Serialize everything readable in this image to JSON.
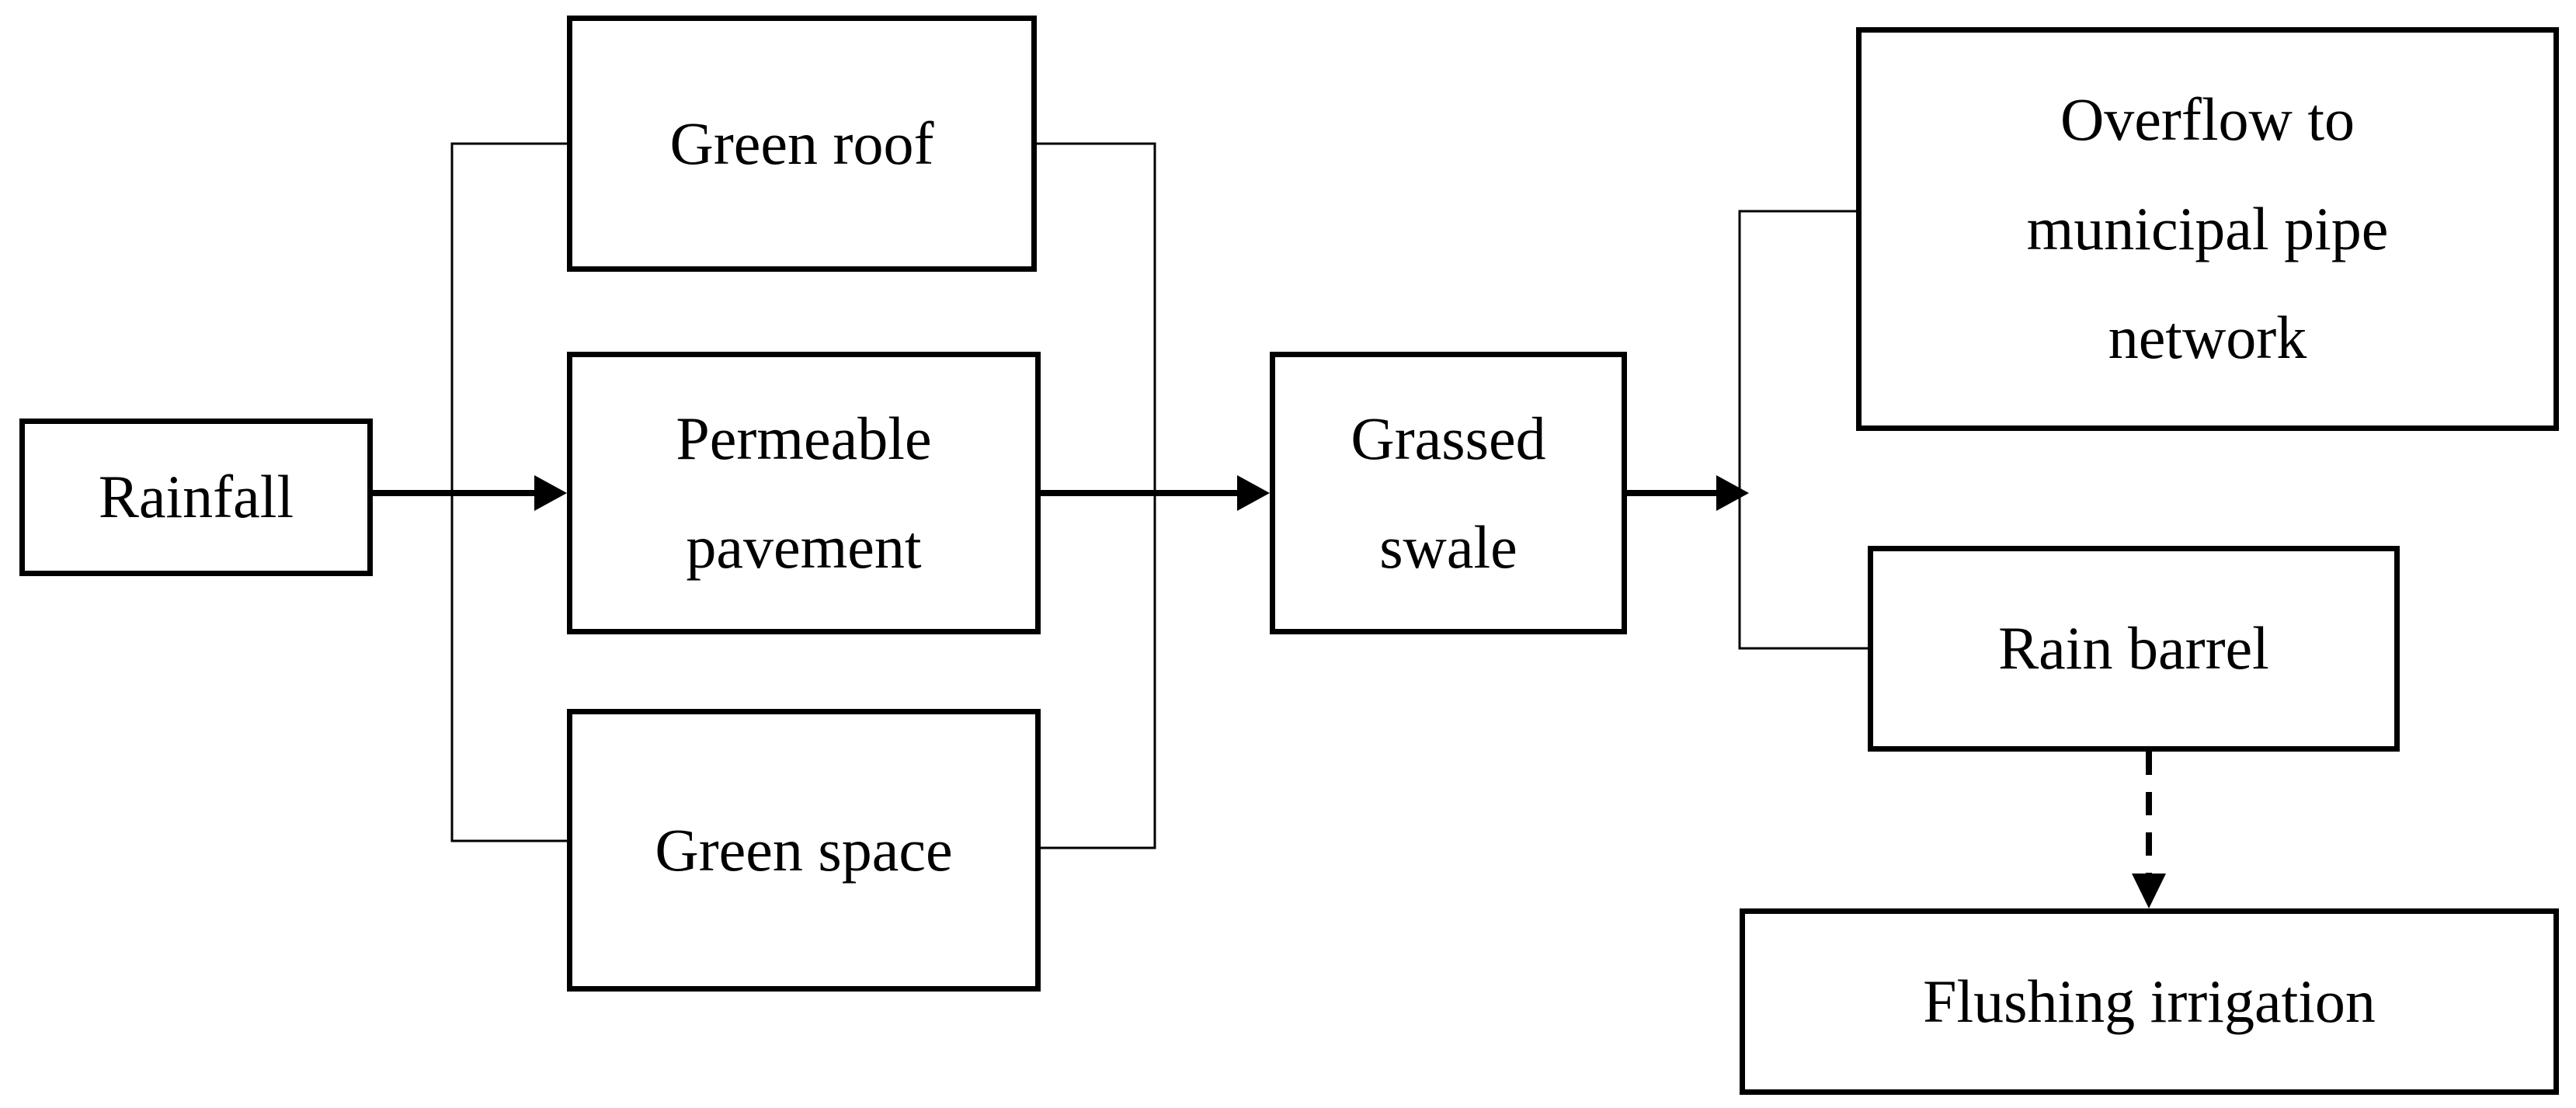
{
  "nodes": {
    "rainfall": "Rainfall",
    "green_roof": "Green roof",
    "permeable_pavement_line1": "Permeable",
    "permeable_pavement_line2": "pavement",
    "green_space": "Green space",
    "grassed_swale_line1": "Grassed",
    "grassed_swale_line2": "swale",
    "overflow_line1": "Overflow to",
    "overflow_line2": "municipal pipe",
    "overflow_line3": "network",
    "rain_barrel": "Rain barrel",
    "flushing_irrigation": "Flushing irrigation"
  },
  "colors": {
    "stroke": "#000000",
    "background": "#ffffff"
  },
  "connectors": [
    {
      "from": "Rainfall",
      "to": "Green roof / Permeable pavement / Green space",
      "style": "solid-arrow"
    },
    {
      "from": "Green roof / Permeable pavement / Green space",
      "to": "Grassed swale",
      "style": "solid-arrow"
    },
    {
      "from": "Grassed swale",
      "to": "Overflow to municipal pipe network / Rain barrel",
      "style": "solid-arrow"
    },
    {
      "from": "Rain barrel",
      "to": "Flushing irrigation",
      "style": "dashed-arrow"
    }
  ]
}
